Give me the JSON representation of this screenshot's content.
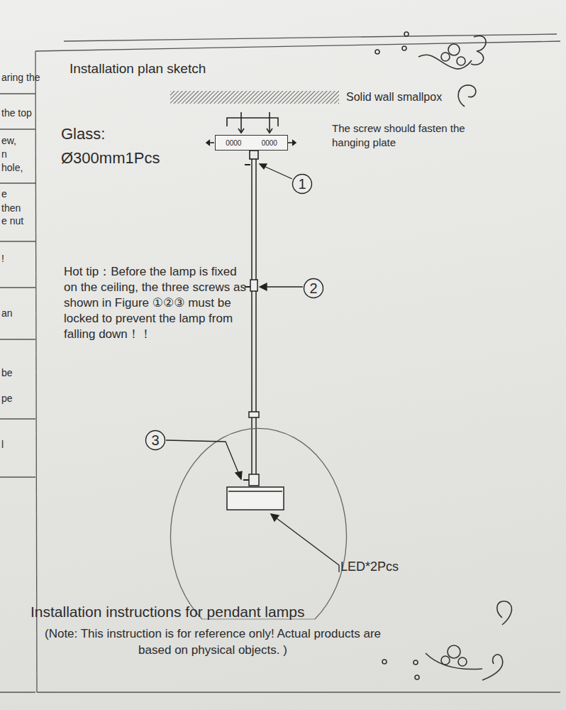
{
  "diagram": {
    "title": "Installation plan sketch",
    "caption": "Installation instructions for pendant lamps",
    "nodes": [
      {
        "text": [
          "0000",
          "0000"
        ]
      },
      {
        "text": [
          "1"
        ]
      },
      {
        "text": [
          "2"
        ]
      },
      {
        "text": [
          "3"
        ]
      }
    ],
    "labels": [
      "aring the",
      "the top",
      "ew,",
      "n",
      "hole,",
      "e",
      "then",
      "e nut",
      "!",
      "an",
      "be",
      "pe",
      "l",
      "Solid wall smallpox",
      "The screw should fasten the hanging plate",
      "Glass:",
      "Ø300mm1Pcs",
      "Hot tip：Before the lamp is fixed on the ceiling, the three screws as shown in Figure ①②③ must be locked to prevent the lamp from falling down！！",
      "LED*2Pcs",
      "(Note: This instruction is for reference only! Actual products are based on physical objects. )"
    ]
  }
}
